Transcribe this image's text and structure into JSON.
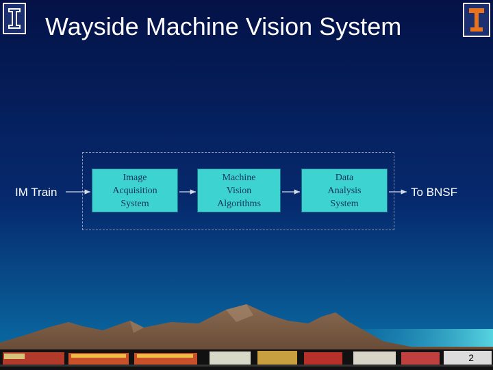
{
  "slide": {
    "title": "Wayside Machine Vision System",
    "page_number": "2"
  },
  "diagram": {
    "input_label": "IM Train",
    "output_label": "To BNSF",
    "nodes": [
      {
        "id": "image-acquisition",
        "label": "Image\nAcquisition\nSystem"
      },
      {
        "id": "machine-vision",
        "label": "Machine\nVision\nAlgorithms"
      },
      {
        "id": "data-analysis",
        "label": "Data\nAnalysis\nSystem"
      }
    ]
  },
  "colors": {
    "background_top": "#041247",
    "background_bottom": "#0a6fa4",
    "node_fill": "#3dd3d1",
    "node_text": "#16345c",
    "mountains": "#7a5a42"
  },
  "logos": {
    "left": "university-i-logo",
    "right": "rail-section-logo"
  }
}
